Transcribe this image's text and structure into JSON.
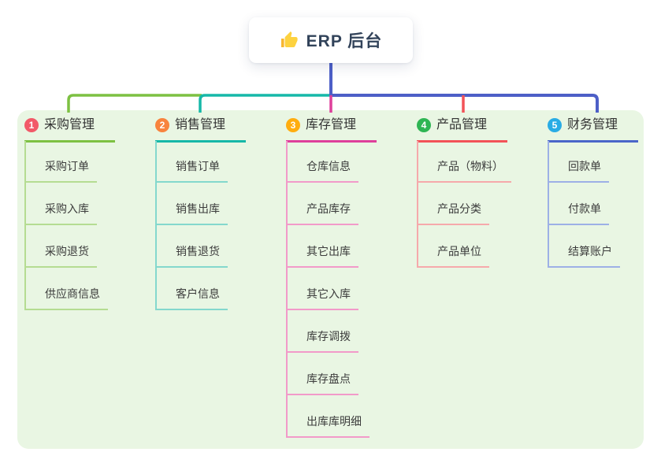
{
  "root": {
    "label": "ERP 后台",
    "icon": "thumbs-up-icon",
    "icon_color": "#f7b731",
    "text_color": "#32435a",
    "card_bg": "#ffffff"
  },
  "canvas": {
    "background": "#ffffff",
    "panel_bg": "#e9f6e3"
  },
  "connector": {
    "root_color": "#4d5fc7"
  },
  "branches": [
    {
      "badge": "1",
      "badge_color": "#f25968",
      "line_color": "#7dc142",
      "child_line_color": "#b5dc92",
      "label": "采购管理",
      "children": [
        "采购订单",
        "采购入库",
        "采购退货",
        "供应商信息"
      ]
    },
    {
      "badge": "2",
      "badge_color": "#f8833d",
      "line_color": "#16b8a8",
      "child_line_color": "#84d8cd",
      "label": "销售管理",
      "children": [
        "销售订单",
        "销售出库",
        "销售退货",
        "客户信息"
      ]
    },
    {
      "badge": "3",
      "badge_color": "#ffad0f",
      "line_color": "#de3f9b",
      "child_line_color": "#f29ac9",
      "label": "库存管理",
      "children": [
        "仓库信息",
        "产品库存",
        "其它出库",
        "其它入库",
        "库存调拨",
        "库存盘点",
        "出库库明细"
      ]
    },
    {
      "badge": "4",
      "badge_color": "#2eb553",
      "line_color": "#f25358",
      "child_line_color": "#f6a9ab",
      "label": "产品管理",
      "children": [
        "产品（物料）",
        "产品分类",
        "产品单位"
      ]
    },
    {
      "badge": "5",
      "badge_color": "#29ace5",
      "line_color": "#4a66c9",
      "child_line_color": "#9db0e6",
      "label": "财务管理",
      "children": [
        "回款单",
        "付款单",
        "结算账户"
      ]
    }
  ]
}
